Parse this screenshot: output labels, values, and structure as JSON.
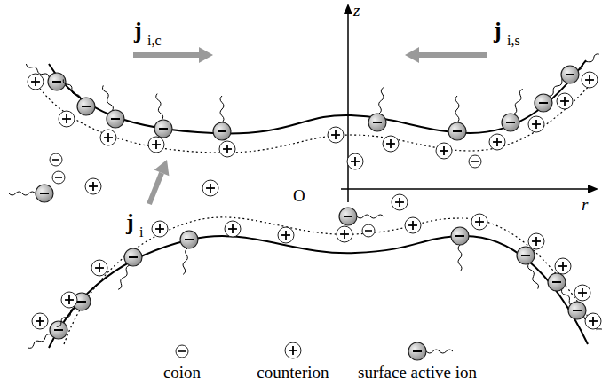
{
  "diagram": {
    "labels": [
      "j",
      "i,c",
      "j",
      "i,s",
      "j",
      "i",
      "z",
      "O",
      "r",
      "coion",
      "counterion",
      "surface active ion"
    ]
  }
}
